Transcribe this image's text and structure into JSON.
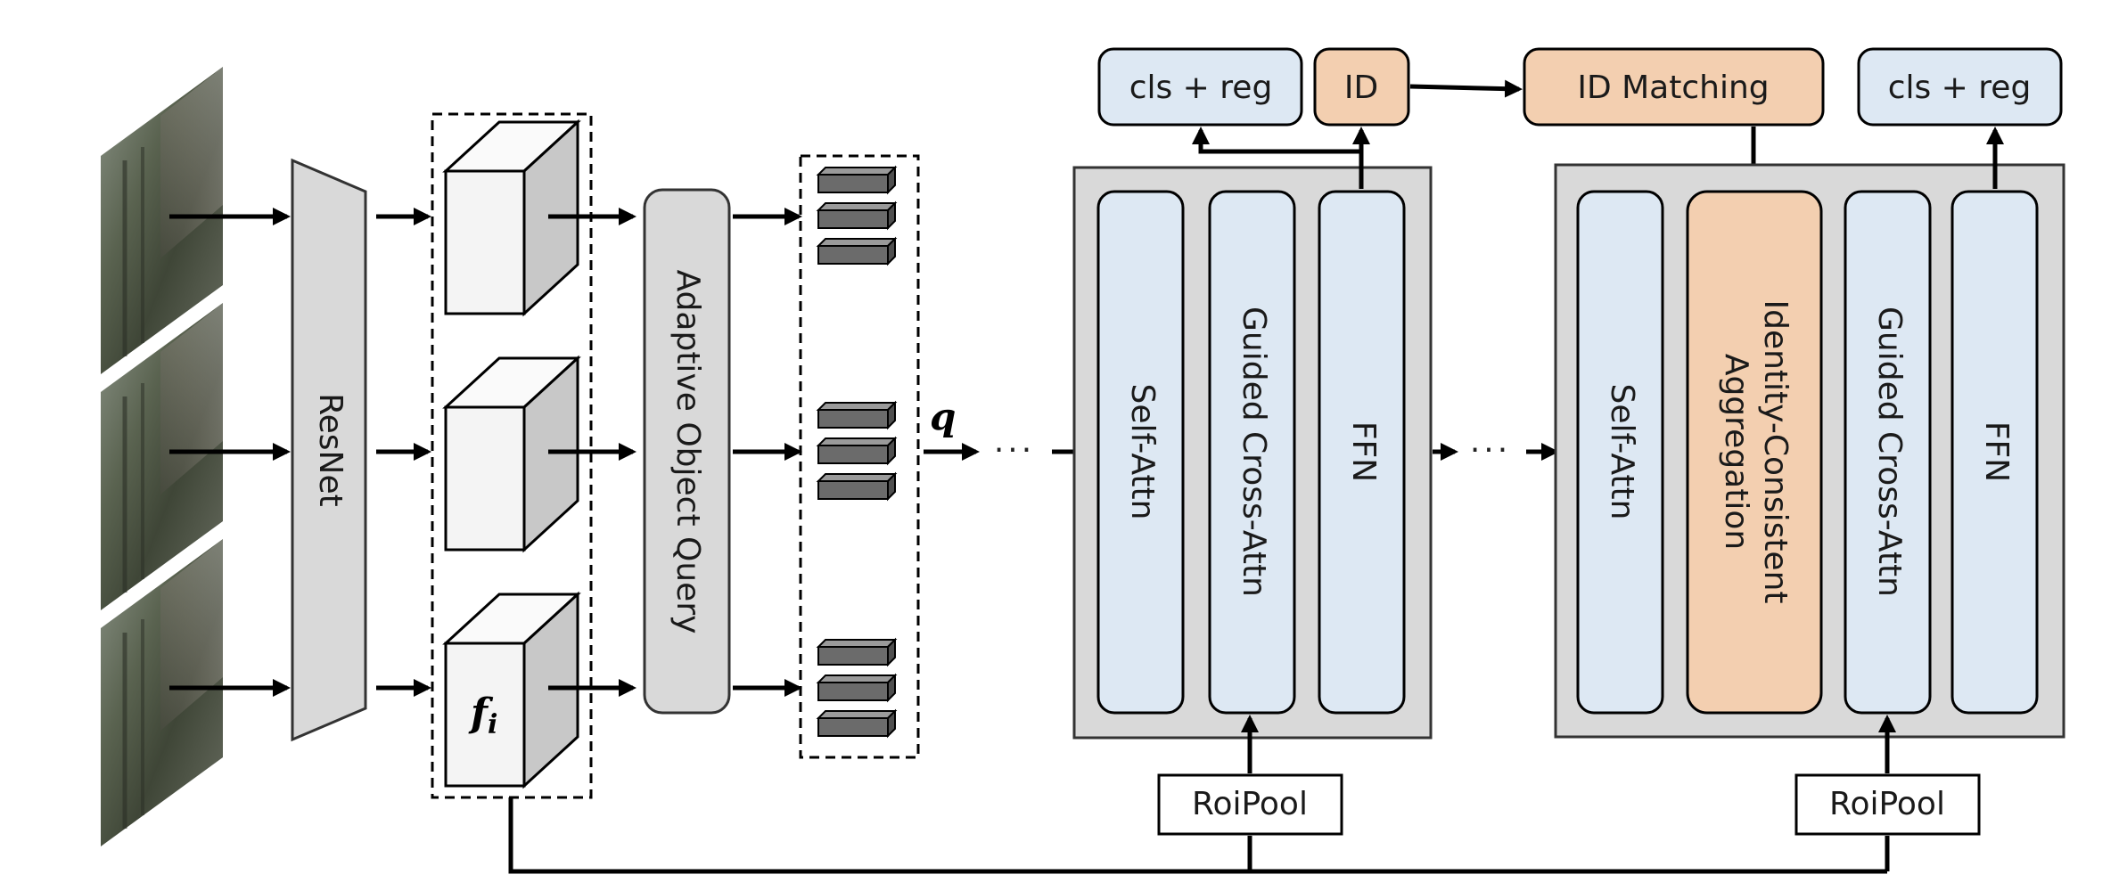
{
  "colors": {
    "light_blue": "#dde8f3",
    "peach": "#f3cfb0",
    "panel_gray": "#d9d9d9",
    "cube_front": "#f4f4f4",
    "cube_side": "#c8c8c8",
    "query_block": "#6b6b6b"
  },
  "backbone": {
    "label": "ResNet"
  },
  "features": {
    "label": "f",
    "subscript": "i"
  },
  "aoq": {
    "label": "Adaptive Object Query"
  },
  "query": {
    "label": "q"
  },
  "ellipsis": "···",
  "decoder1": {
    "blocks": [
      "Self-Attn",
      "Guided Cross-Attn",
      "FFN"
    ],
    "cls_label": "cls + reg",
    "id_label": "ID",
    "roipool_label": "RoiPool"
  },
  "matching": {
    "label": "ID Matching"
  },
  "decoder2": {
    "blocks": [
      "Self-Attn",
      "Identity-Consistent",
      "Aggregation",
      "Guided Cross-Attn",
      "FFN"
    ],
    "cls_label": "cls + reg",
    "roipool_label": "RoiPool"
  }
}
